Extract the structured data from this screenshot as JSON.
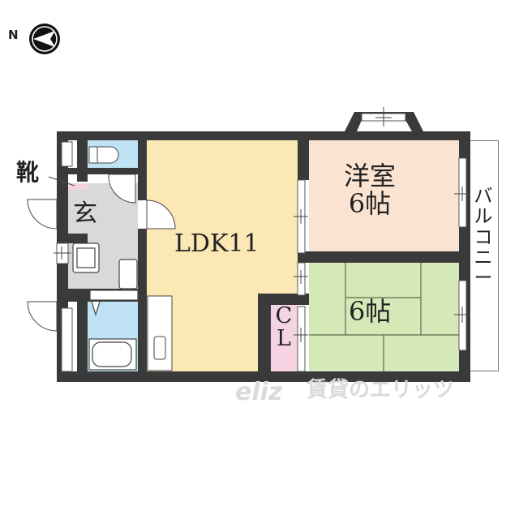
{
  "compass": {
    "letter": "N",
    "icon": "north-arrow-icon (points left)"
  },
  "rooms": {
    "ldk": {
      "label": "LDK11",
      "color": "#fbe8b5"
    },
    "western": {
      "label": "洋室\n6帖",
      "color": "#fbe3d1"
    },
    "tatami": {
      "label": "6帖",
      "color": "#d5e9b8"
    },
    "closet": {
      "label": "C\nL",
      "color": "#f5d3e3"
    },
    "entrance": {
      "label": "玄",
      "color": "#d9d9d9"
    },
    "toilet": {
      "color": "#bfe3f5"
    },
    "bath": {
      "color": "#bfe3f5"
    },
    "shoe_box": {
      "label": "靴",
      "color": "#f5d3e3"
    },
    "balcony": {
      "label": "バ\nル\nコ\nニ\nー"
    }
  },
  "colors": {
    "wall": "#3a3a3a",
    "tatami_line": "#5a6b4a"
  },
  "watermark": {
    "text": "賃貸のエリッツ",
    "logo": "eliz"
  }
}
